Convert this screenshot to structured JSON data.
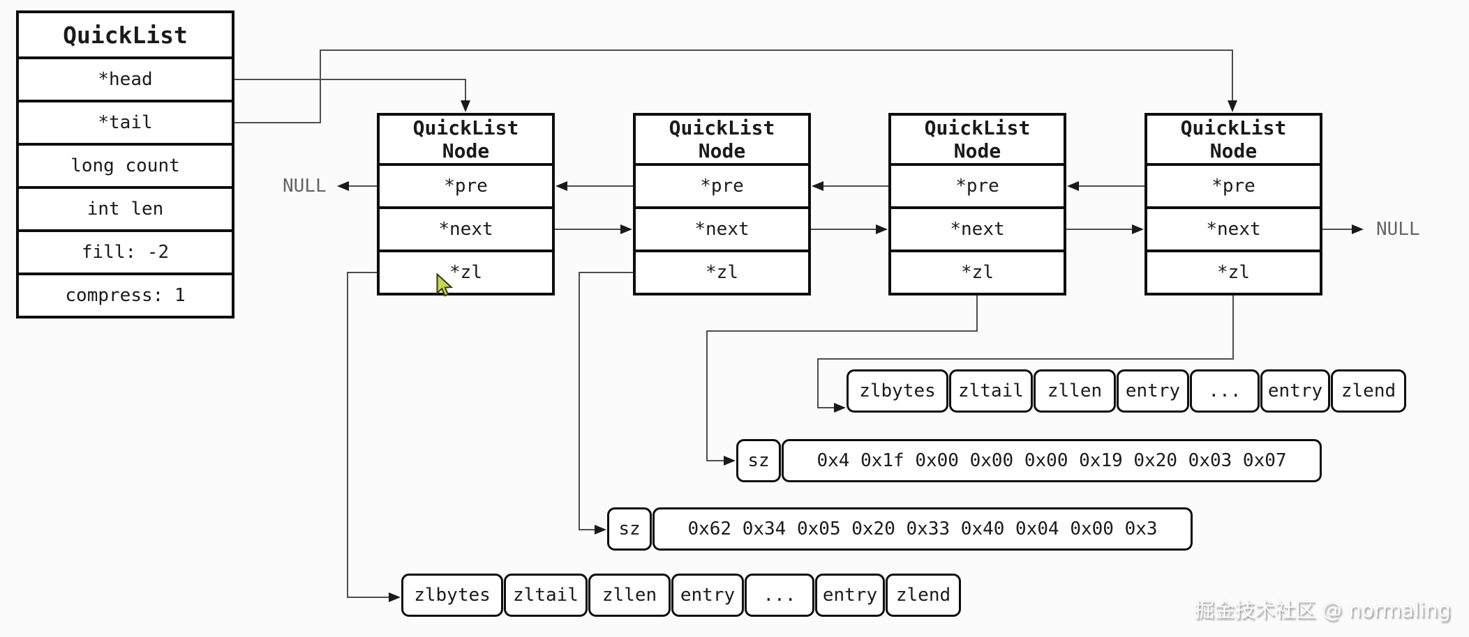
{
  "quicklist": {
    "title": "QuickList",
    "fields": [
      "*head",
      "*tail",
      "long count",
      "int len",
      "fill: -2",
      "compress: 1"
    ]
  },
  "node": {
    "title_line1": "QuickList",
    "title_line2": "Node",
    "fields": [
      "*pre",
      "*next",
      "*zl"
    ]
  },
  "labels": {
    "null_left": "NULL",
    "null_right": "NULL"
  },
  "ziplist": {
    "cells": [
      "zlbytes",
      "zltail",
      "zllen",
      "entry",
      "...",
      "entry",
      "zlend"
    ]
  },
  "sz_rows": [
    {
      "label": "sz",
      "bytes": "0x4 0x1f 0x00 0x00 0x00 0x19 0x20 0x03 0x07"
    },
    {
      "label": "sz",
      "bytes": "0x62 0x34 0x05 0x20 0x33 0x40 0x04 0x00 0x3"
    }
  ],
  "watermark": "掘金技术社区 @ normaling",
  "colors": {
    "box_border": "#0d0d0d",
    "arrow_line": "#4d4d4d",
    "arrow_head": "#1a1a1a",
    "null_text": "#646464",
    "cursor_fill": "#c9d64e"
  }
}
